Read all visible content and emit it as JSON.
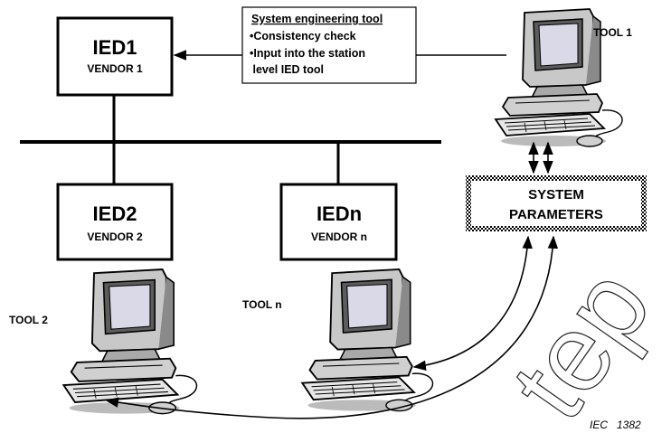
{
  "ieds": [
    {
      "id": "IED1",
      "vendor": "VENDOR 1"
    },
    {
      "id": "IED2",
      "vendor": "VENDOR 2"
    },
    {
      "id": "IEDn",
      "vendor": "VENDOR n"
    }
  ],
  "tools": {
    "tool1": "TOOL 1",
    "tool2": "TOOL 2",
    "tooln": "TOOL n"
  },
  "system_parameters": {
    "line1": "SYSTEM",
    "line2": "PARAMETERS"
  },
  "note": {
    "title": "System engineering tool",
    "items": [
      "•Consistency check",
      "•Input into the station",
      " level IED tool"
    ]
  },
  "figure_code": "IEC   1382",
  "watermark": "tep"
}
